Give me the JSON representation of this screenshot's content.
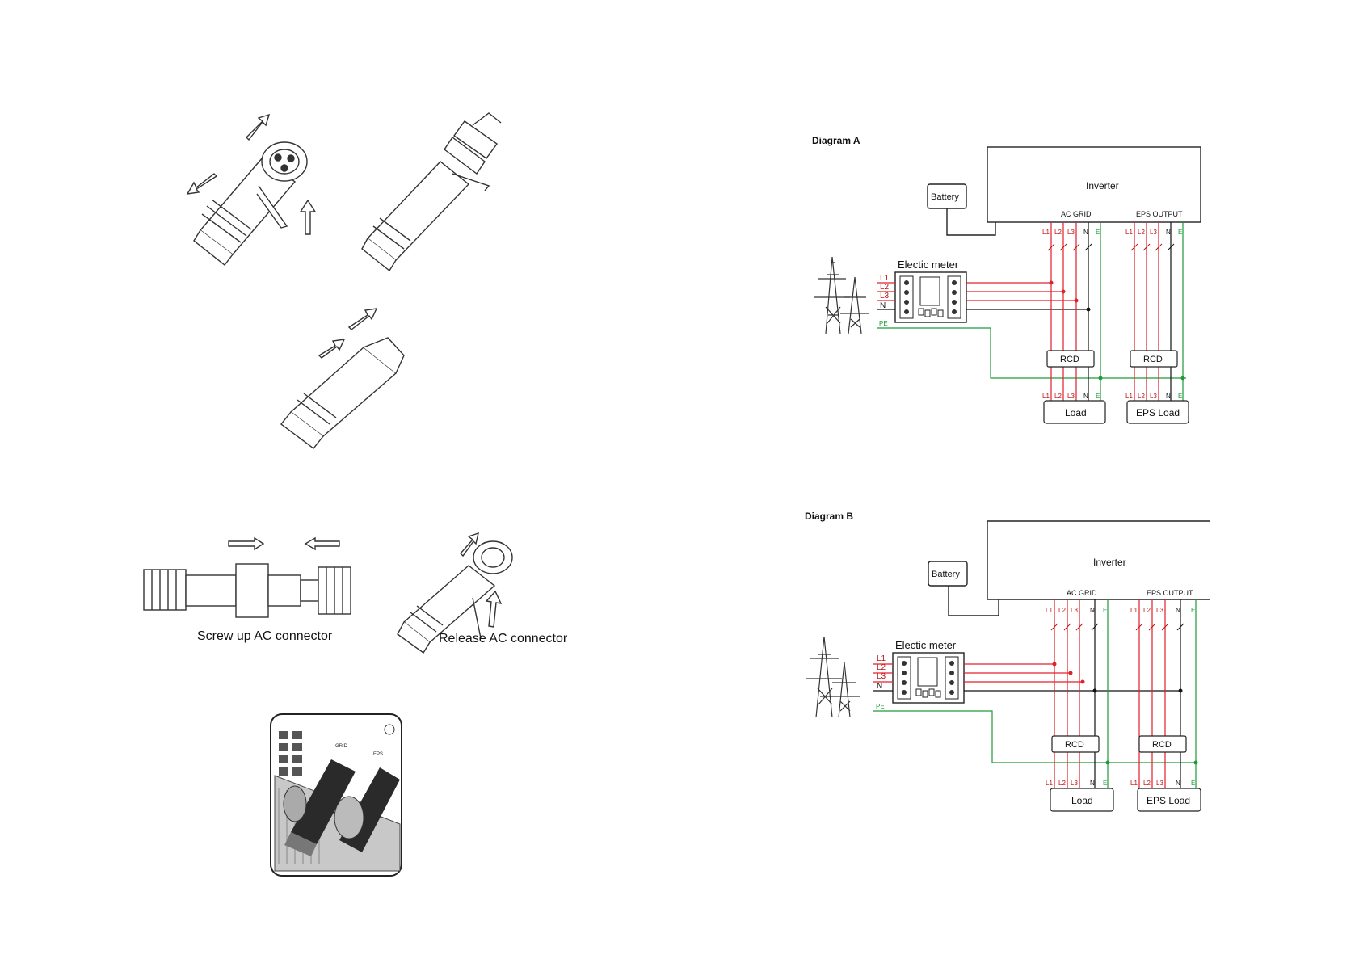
{
  "left_page": {
    "caption_screw": "Screw up AC connector",
    "caption_release": "Release AC connector",
    "photo_labels": {
      "grid": "GRID",
      "eps": "EPS"
    }
  },
  "diagram_a": {
    "title": "Diagram A",
    "inverter": "Inverter",
    "battery": "Battery",
    "meter": "Electic meter",
    "ac_grid": "AC GRID",
    "eps_output": "EPS OUTPUT",
    "rcd": "RCD",
    "load": "Load",
    "eps_load": "EPS Load",
    "pe": "PE"
  },
  "diagram_b": {
    "title": "Diagram B",
    "inverter": "Inverter",
    "battery": "Battery",
    "meter": "Electic meter",
    "ac_grid": "AC GRID",
    "eps_output": "EPS OUTPUT",
    "rcd": "RCD",
    "load": "Load",
    "eps_load": "EPS Load",
    "pe": "PE"
  },
  "terminal_labels": [
    "L1",
    "L2",
    "L3",
    "N",
    "E"
  ],
  "meter_input_labels": [
    "L1",
    "L2",
    "L3",
    "N"
  ],
  "colors": {
    "phase": "#e0202a",
    "neutral": "#111111",
    "earth": "#1f9a3a",
    "outline": "#222222"
  },
  "icons": [
    "power-pylon-icon",
    "connector-illustration-icon",
    "arrow-icon",
    "inverter-photo-icon"
  ]
}
